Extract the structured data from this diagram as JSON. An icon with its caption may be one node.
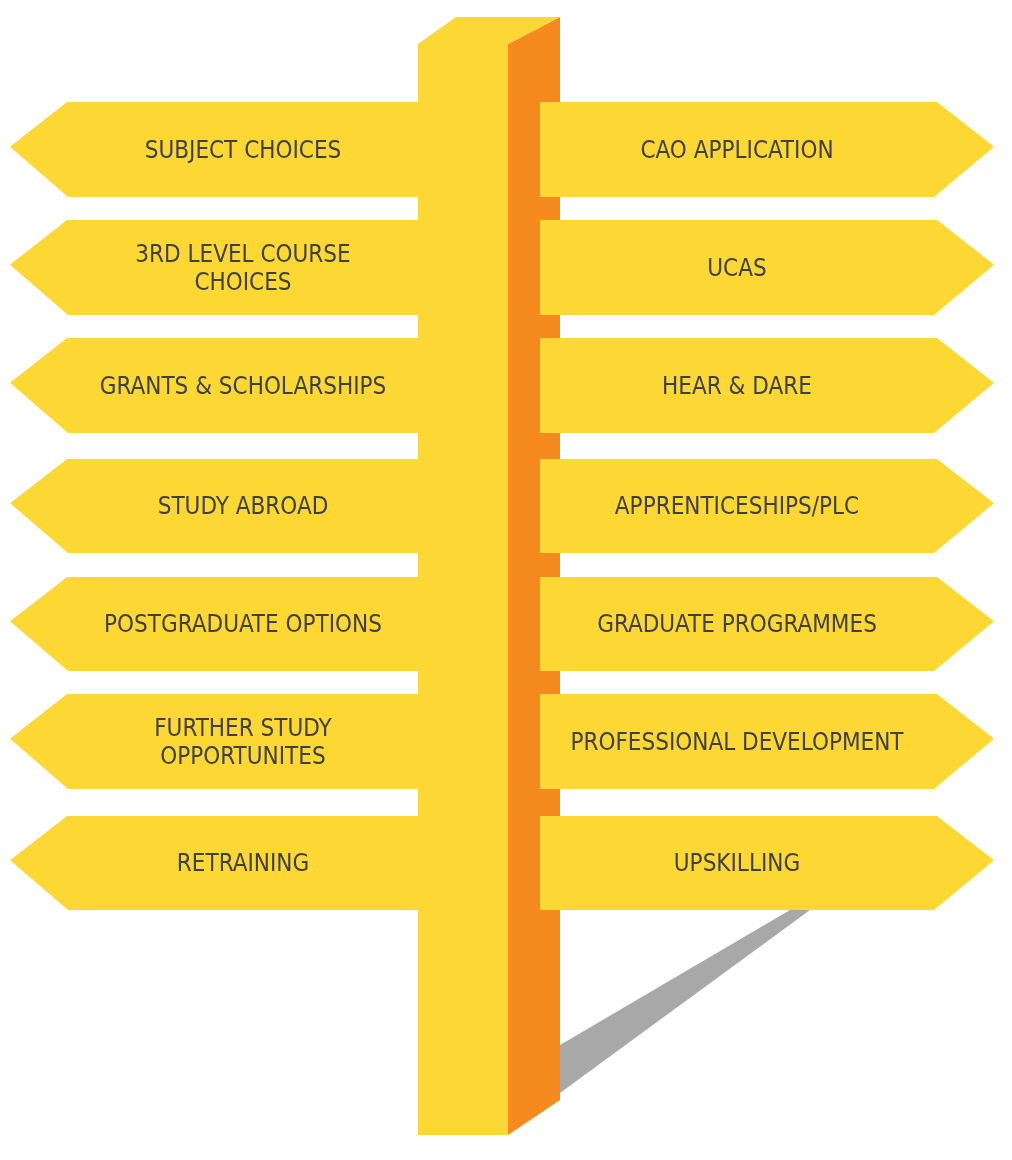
{
  "diagram": {
    "nodes": [
      {
        "text": [
          "SUBJECT CHOICES"
        ]
      },
      {
        "text": [
          "CAO APPLICATION"
        ]
      },
      {
        "text": [
          "3RD LEVEL COURSE CHOICES"
        ]
      },
      {
        "text": [
          "UCAS"
        ]
      },
      {
        "text": [
          "GRANTS & SCHOLARSHIPS"
        ]
      },
      {
        "text": [
          "HEAR & DARE"
        ]
      },
      {
        "text": [
          "STUDY ABROAD"
        ]
      },
      {
        "text": [
          "APPRENTICESHIPS/PLC"
        ]
      },
      {
        "text": [
          "POSTGRADUATE OPTIONS"
        ]
      },
      {
        "text": [
          "GRADUATE PROGRAMMES"
        ]
      },
      {
        "text": [
          "FURTHER STUDY OPPORTUNITES"
        ]
      },
      {
        "text": [
          "PROFESSIONAL DEVELOPMENT"
        ]
      },
      {
        "text": [
          "RETRAINING"
        ]
      },
      {
        "text": [
          "UPSKILLING"
        ]
      }
    ]
  }
}
